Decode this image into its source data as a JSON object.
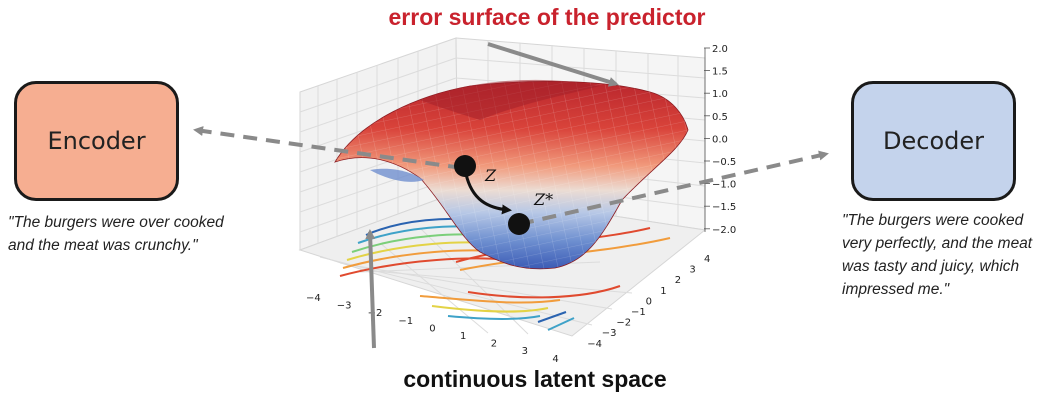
{
  "title": "error surface of the predictor",
  "subtitle": "continuous latent space",
  "encoder": {
    "label": "Encoder",
    "color": "#f6ae91"
  },
  "decoder": {
    "label": "Decoder",
    "color": "#c4d3ec"
  },
  "input_text": "\"The burgers were over cooked and the meat was crunchy.\"",
  "output_text": "\"The burgers were cooked very perfectly, and the meat was tasty and juicy, which impressed me.\"",
  "latent_points": {
    "start": "Z",
    "end": "Z*"
  },
  "axes": {
    "z_ticks": [
      "2.0",
      "1.5",
      "1.0",
      "0.5",
      "0.0",
      "−0.5",
      "−1.0",
      "−1.5",
      "−2.0"
    ],
    "x_ticks": [
      "−4",
      "−3",
      "−2",
      "−1",
      "0",
      "1",
      "2",
      "3",
      "4"
    ],
    "y_ticks": [
      "4",
      "3",
      "2",
      "1",
      "0",
      "−1",
      "−2",
      "−3",
      "−4"
    ]
  },
  "colors": {
    "title": "#c9222d",
    "surface_high": "#c62a2e",
    "surface_low": "#4a6fc2"
  }
}
